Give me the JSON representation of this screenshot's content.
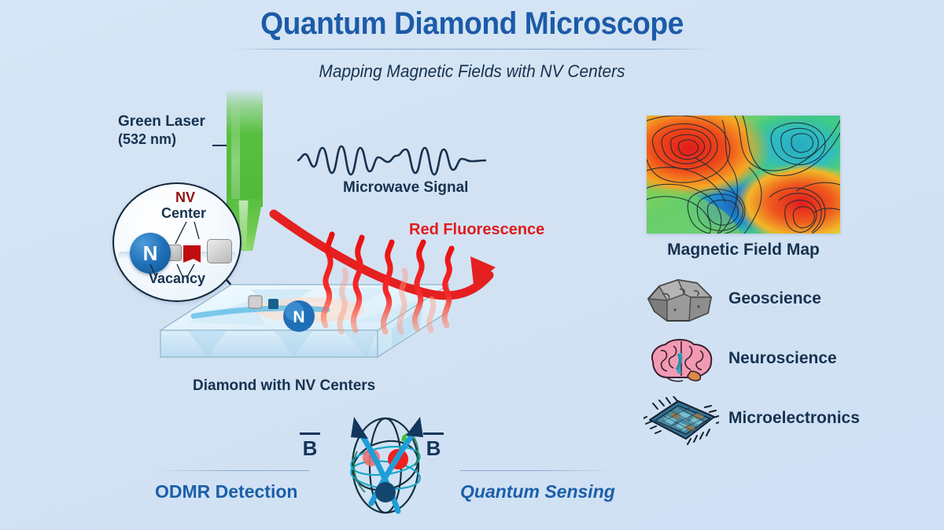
{
  "header": {
    "title": "Quantum Diamond Microscope",
    "subtitle": "Mapping Magnetic Fields with NV Centers",
    "title_color": "#1c5ba8",
    "subtitle_color": "#17324f"
  },
  "background_color": "#d4e4f4",
  "diagram": {
    "laser": {
      "label_line1": "Green Laser",
      "label_line2": "(532 nm)",
      "color": "#58bf3f",
      "wavelength_nm": 532
    },
    "microwave": {
      "label": "Microwave Signal",
      "color": "#17324f"
    },
    "fluorescence": {
      "label": "Red Fluorescence",
      "color": "#e01b1b"
    },
    "diamond": {
      "label": "Diamond with NV Centers",
      "color": "#cfe6f5"
    },
    "callout": {
      "nv_label": "NV",
      "center_label": "Center",
      "vacancy_label": "Vacancy",
      "nitrogen_symbol": "N",
      "nv_color": "#8e1414",
      "nitrogen_color": "#1f6fb8",
      "vacancy_color": "#c10d0d"
    }
  },
  "field_map": {
    "caption": "Magnetic Field Map"
  },
  "chart_data": {
    "type": "heatmap",
    "title": "Magnetic Field Map",
    "xlabel": "",
    "ylabel": "",
    "colormap": "jet",
    "grid": false,
    "legend": "none",
    "contours": true,
    "colorscale": [
      "#2554a8",
      "#1a8fd8",
      "#19c0d8",
      "#3ec88a",
      "#8ed94a",
      "#e8e23c",
      "#f5a623",
      "#ef5a1e",
      "#e11b1b"
    ],
    "features": [
      {
        "name": "hotspot-upper-left",
        "cx": 0.22,
        "cy": 0.28,
        "value": 1.0,
        "color": "#e11b1b"
      },
      {
        "name": "coldspot-upper-right",
        "cx": 0.78,
        "cy": 0.26,
        "value": 0.1,
        "color": "#1a8fd8"
      },
      {
        "name": "coldspot-lower-mid",
        "cx": 0.47,
        "cy": 0.76,
        "value": 0.05,
        "color": "#1d63b6"
      },
      {
        "name": "hotspot-lower-right",
        "cx": 0.8,
        "cy": 0.74,
        "value": 0.95,
        "color": "#e11b1b"
      },
      {
        "name": "mid-band-center",
        "cx": 0.5,
        "cy": 0.45,
        "value": 0.5,
        "color": "#3ec88a"
      }
    ],
    "zrange": [
      0,
      1
    ]
  },
  "applications": [
    {
      "icon": "rock-icon",
      "label": "Geoscience"
    },
    {
      "icon": "brain-icon",
      "label": "Neuroscience"
    },
    {
      "icon": "microchip-icon",
      "label": "Microelectronics"
    }
  ],
  "footer": {
    "left_label": "ODMR Detection",
    "right_label": "Quantum Sensing",
    "color": "#1b5fa8",
    "field_symbol": "B"
  }
}
